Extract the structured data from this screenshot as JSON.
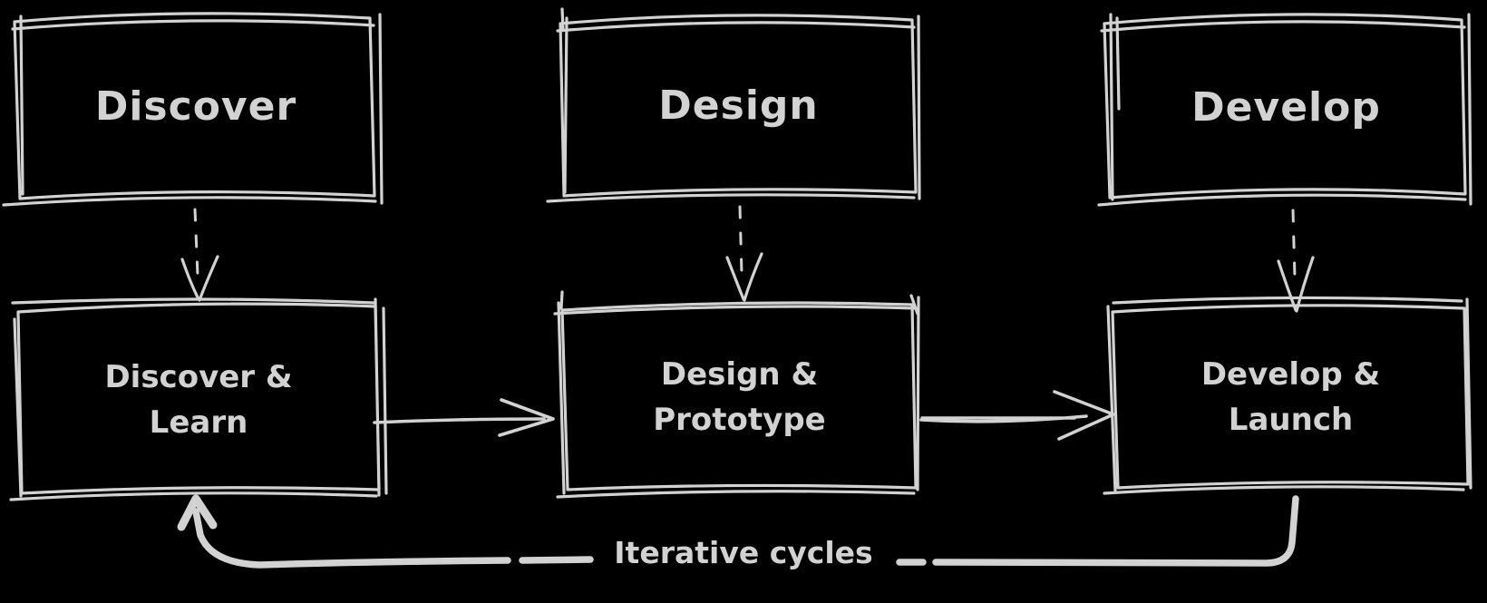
{
  "background": "#000000",
  "ink": "#d2d2d2",
  "stages": {
    "top": [
      {
        "label": "Discover"
      },
      {
        "label": "Design"
      },
      {
        "label": "Develop"
      }
    ],
    "bottom": [
      {
        "line1": "Discover &",
        "line2": "Learn"
      },
      {
        "line1": "Design &",
        "line2": "Prototype"
      },
      {
        "line1": "Develop &",
        "line2": "Launch"
      }
    ]
  },
  "feedback": {
    "label": "Iterative cycles"
  },
  "connectors": [
    {
      "from": "Discover",
      "to": "Discover & Learn",
      "style": "dashed-arrow"
    },
    {
      "from": "Design",
      "to": "Design & Prototype",
      "style": "dashed-arrow"
    },
    {
      "from": "Develop",
      "to": "Develop & Launch",
      "style": "dashed-arrow"
    },
    {
      "from": "Discover & Learn",
      "to": "Design & Prototype",
      "style": "solid-arrow"
    },
    {
      "from": "Design & Prototype",
      "to": "Develop & Launch",
      "style": "solid-arrow"
    },
    {
      "from": "Develop & Launch",
      "to": "Discover & Learn",
      "style": "thick-loop-arrow",
      "label": "Iterative cycles"
    }
  ]
}
